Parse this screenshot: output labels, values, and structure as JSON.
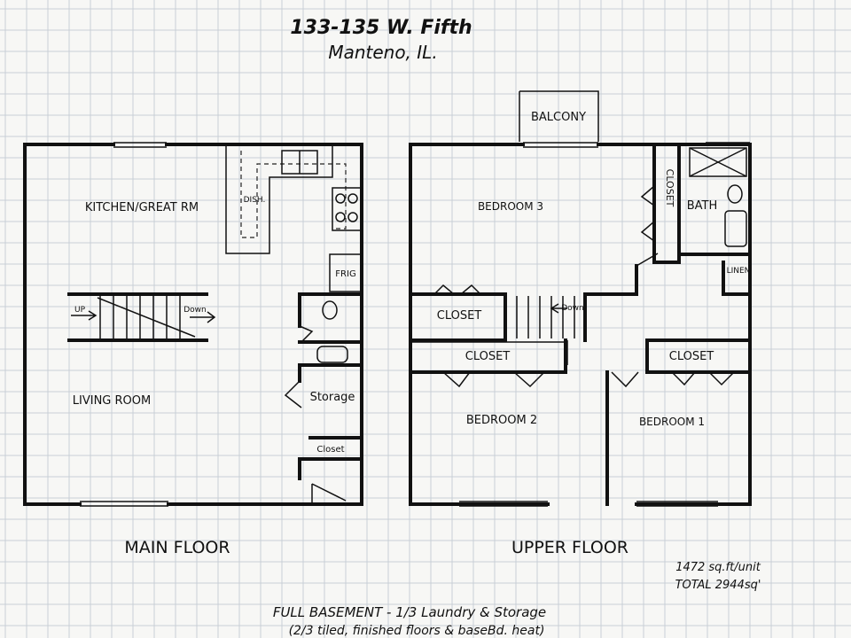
{
  "header": {
    "address": "133-135 W. Fifth",
    "city": "Manteno, IL."
  },
  "main_floor": {
    "caption": "MAIN FLOOR",
    "labels": {
      "kitchen": "KITCHEN/GREAT RM",
      "living": "LIVING ROOM",
      "dish": "DISH.",
      "frig": "FRIG",
      "storage": "Storage",
      "closet": "Closet",
      "up": "UP",
      "down": "Down"
    }
  },
  "upper_floor": {
    "caption": "UPPER FLOOR",
    "labels": {
      "balcony": "BALCONY",
      "bedroom3": "BEDROOM 3",
      "closet_vertical": "CLOSET",
      "bath": "BATH",
      "linen": "LINEN",
      "closet_left": "CLOSET",
      "down": "Down",
      "closet_b2": "CLOSET",
      "closet_b1": "CLOSET",
      "bedroom2": "BEDROOM 2",
      "bedroom1": "BEDROOM 1"
    }
  },
  "notes": {
    "area_unit": "1472 sq.ft/unit",
    "area_total": "TOTAL 2944sq'",
    "basement_line1": "FULL BASEMENT - 1/3 Laundry & Storage",
    "basement_line2": "(2/3 tiled, finished floors & baseBd. heat)"
  },
  "colors": {
    "ink": "#111111",
    "paper": "#f7f7f5",
    "grid": "#c9cfd6"
  }
}
